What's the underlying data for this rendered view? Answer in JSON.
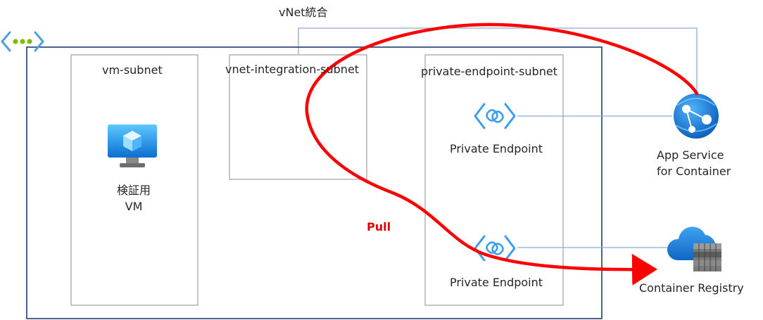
{
  "diagram": {
    "vnet_integration_label": "vNet統合",
    "subnets": {
      "vm": "vm-subnet",
      "vnet_integration": "vnet-integration-subnet",
      "private_endpoint": "private-endpoint-subnet"
    },
    "vm": {
      "label_line1": "検証用",
      "label_line2": "VM"
    },
    "private_endpoints": [
      {
        "label": "Private Endpoint"
      },
      {
        "label": "Private Endpoint"
      }
    ],
    "app_service": {
      "label_line1": "App Service",
      "label_line2": "for Container"
    },
    "container_registry": {
      "label": "Container Registry"
    },
    "pull_label": "Pull",
    "colors": {
      "vnet_border": "#1f3b70",
      "subnet_border": "#a6a6a6",
      "connector": "#8eaadb",
      "pull_arrow": "#ff0000",
      "icon_blue": "#0078d4"
    }
  }
}
